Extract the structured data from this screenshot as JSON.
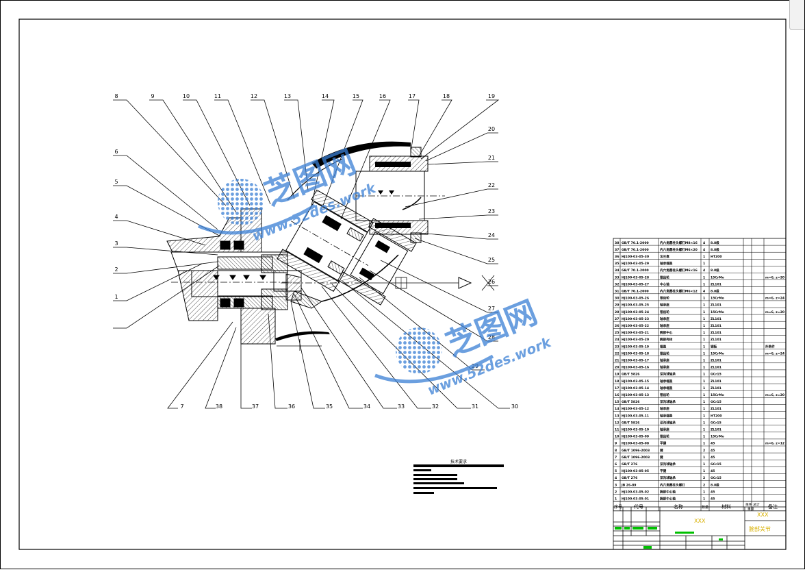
{
  "sheet": {
    "frame_color": "#000000",
    "watermark_color": "#3a7fd5",
    "text_green": "#00c000",
    "text_yellow": "#d8b000",
    "text_red": "#e02020"
  },
  "watermarks": [
    {
      "name": "芝图网",
      "url": "www.52des.work"
    },
    {
      "name": "芝图网",
      "url": "www.52des.work"
    }
  ],
  "callouts": [
    "8",
    "9",
    "10",
    "11",
    "12",
    "13",
    "14",
    "15",
    "16",
    "17",
    "18",
    "19",
    "20",
    "21",
    "22",
    "23",
    "24",
    "25",
    "26",
    "27",
    "28",
    "29",
    "30",
    "31",
    "32",
    "33",
    "34",
    "35",
    "36",
    "37",
    "38",
    "7",
    "6",
    "5",
    "4",
    "3",
    "2",
    "1"
  ],
  "notes": {
    "heading": "技术要求"
  },
  "parts_table": {
    "rows": [
      {
        "no": "38",
        "code": "GB/T 70.1-2000",
        "name": "内六角圆柱头螺钉M8×16",
        "qty": "4",
        "mat": "8.8级",
        "note": ""
      },
      {
        "no": "37",
        "code": "GB/T 70.1-2000",
        "name": "内六角圆柱头螺钉M6×20",
        "qty": "4",
        "mat": "8.8级",
        "note": ""
      },
      {
        "no": "36",
        "code": "HJ100-03-05-30",
        "name": "法兰盘",
        "qty": "1",
        "mat": "HT200",
        "note": ""
      },
      {
        "no": "35",
        "code": "HJ100-03-05-29",
        "name": "轴承端盖",
        "qty": "1",
        "mat": "",
        "note": ""
      },
      {
        "no": "34",
        "code": "GB/T 70.1-2000",
        "name": "内六角圆柱头螺钉M6×16",
        "qty": "4",
        "mat": "8.8级",
        "note": ""
      },
      {
        "no": "33",
        "code": "HJ100-03-05-28",
        "name": "锥齿轮",
        "qty": "1",
        "mat": "15CrMo",
        "note": "m=6, z=20"
      },
      {
        "no": "32",
        "code": "HJ100-03-05-27",
        "name": "中心轴",
        "qty": "1",
        "mat": "ZL101",
        "note": ""
      },
      {
        "no": "31",
        "code": "GB/T 70.1-2000",
        "name": "内六角圆柱头螺钉M6×12",
        "qty": "4",
        "mat": "8.8级",
        "note": ""
      },
      {
        "no": "30",
        "code": "HJ100-03-05-26",
        "name": "锥齿轮",
        "qty": "1",
        "mat": "15CrMo",
        "note": "m=6, z=24"
      },
      {
        "no": "29",
        "code": "HJ100-03-05-25",
        "name": "轴承座",
        "qty": "1",
        "mat": "ZL101",
        "note": ""
      },
      {
        "no": "28",
        "code": "HJ100-03-05-24",
        "name": "锥齿轮",
        "qty": "1",
        "mat": "15CrMo",
        "note": "m=6, z=20"
      },
      {
        "no": "27",
        "code": "HJ100-03-05-23",
        "name": "轴承座",
        "qty": "1",
        "mat": "ZL101",
        "note": ""
      },
      {
        "no": "26",
        "code": "HJ100-03-05-22",
        "name": "轴承座",
        "qty": "1",
        "mat": "ZL101",
        "note": ""
      },
      {
        "no": "25",
        "code": "HJ100-03-05-21",
        "name": "腕部中心",
        "qty": "1",
        "mat": "ZL101",
        "note": ""
      },
      {
        "no": "24",
        "code": "HJ100-03-05-20",
        "name": "腕部壳体",
        "qty": "1",
        "mat": "ZL101",
        "note": ""
      },
      {
        "no": "23",
        "code": "HJ100-03-05-19",
        "name": "端盖",
        "qty": "1",
        "mat": "钢板",
        "note": "外购件"
      },
      {
        "no": "22",
        "code": "HJ100-03-05-18",
        "name": "锥齿轮",
        "qty": "1",
        "mat": "15CrMo",
        "note": "m=6, z=24"
      },
      {
        "no": "21",
        "code": "HJ100-03-05-17",
        "name": "轴承座",
        "qty": "1",
        "mat": "ZL101",
        "note": ""
      },
      {
        "no": "20",
        "code": "HJ100-03-05-16",
        "name": "轴承座",
        "qty": "1",
        "mat": "ZL101",
        "note": ""
      },
      {
        "no": "19",
        "code": "GB/T 5826",
        "name": "深沟球轴承",
        "qty": "1",
        "mat": "GCr15",
        "note": ""
      },
      {
        "no": "18",
        "code": "HJ100-03-05-15",
        "name": "轴承端盖",
        "qty": "1",
        "mat": "ZL101",
        "note": ""
      },
      {
        "no": "17",
        "code": "HJ100-03-05-14",
        "name": "轴承端盖",
        "qty": "1",
        "mat": "ZL101",
        "note": ""
      },
      {
        "no": "16",
        "code": "HJ100-03-05-13",
        "name": "锥齿轮",
        "qty": "1",
        "mat": "15CrMo",
        "note": "m=6, z=20"
      },
      {
        "no": "15",
        "code": "GB/T 5826",
        "name": "深沟球轴承",
        "qty": "1",
        "mat": "GCr15",
        "note": ""
      },
      {
        "no": "14",
        "code": "HJ100-03-05-12",
        "name": "轴承座",
        "qty": "1",
        "mat": "ZL101",
        "note": ""
      },
      {
        "no": "13",
        "code": "HJ100-03-05-11",
        "name": "轴承端盖",
        "qty": "1",
        "mat": "HT200",
        "note": ""
      },
      {
        "no": "12",
        "code": "GB/T 5826",
        "name": "深沟球轴承",
        "qty": "1",
        "mat": "GCr15",
        "note": ""
      },
      {
        "no": "11",
        "code": "HJ100-03-05-10",
        "name": "轴承座",
        "qty": "1",
        "mat": "ZL101",
        "note": ""
      },
      {
        "no": "10",
        "code": "HJ100-03-05-09",
        "name": "锥齿轮",
        "qty": "1",
        "mat": "15CrMo",
        "note": ""
      },
      {
        "no": "9",
        "code": "HJ100-03-05-08",
        "name": "平键",
        "qty": "1",
        "mat": "45",
        "note": "m=6, z=12"
      },
      {
        "no": "8",
        "code": "GB/T 1096-2003",
        "name": "键",
        "qty": "2",
        "mat": "45",
        "note": ""
      },
      {
        "no": "7",
        "code": "GB/T 1096-2003",
        "name": "键",
        "qty": "1",
        "mat": "45",
        "note": ""
      },
      {
        "no": "6",
        "code": "GB/T 276",
        "name": "深沟球轴承",
        "qty": "1",
        "mat": "GCr15",
        "note": ""
      },
      {
        "no": "5",
        "code": "HJ100-03-05-05",
        "name": "平键",
        "qty": "1",
        "mat": "45",
        "note": ""
      },
      {
        "no": "4",
        "code": "GB/T 276",
        "name": "深沟球轴承",
        "qty": "2",
        "mat": "GCr15",
        "note": ""
      },
      {
        "no": "3",
        "code": "JB 26-89",
        "name": "内六角圆柱头螺钉",
        "qty": "2",
        "mat": "8.8级",
        "note": ""
      },
      {
        "no": "2",
        "code": "HJ100-03-05-02",
        "name": "腕部中心轴",
        "qty": "1",
        "mat": "45",
        "note": ""
      },
      {
        "no": "1",
        "code": "HJ100-03-05-01",
        "name": "腕部中心轴",
        "qty": "1",
        "mat": "45",
        "note": ""
      }
    ],
    "headers": {
      "no": "序号",
      "code": "代号",
      "name": "名称",
      "qty": "数量",
      "mat": "材料",
      "weight": "单件 总计",
      "weight_sub": "重量",
      "note": "备注"
    }
  },
  "title_block": {
    "org": "XXX",
    "drawing_title": "腕部关节",
    "drawing_no": "XXX"
  }
}
